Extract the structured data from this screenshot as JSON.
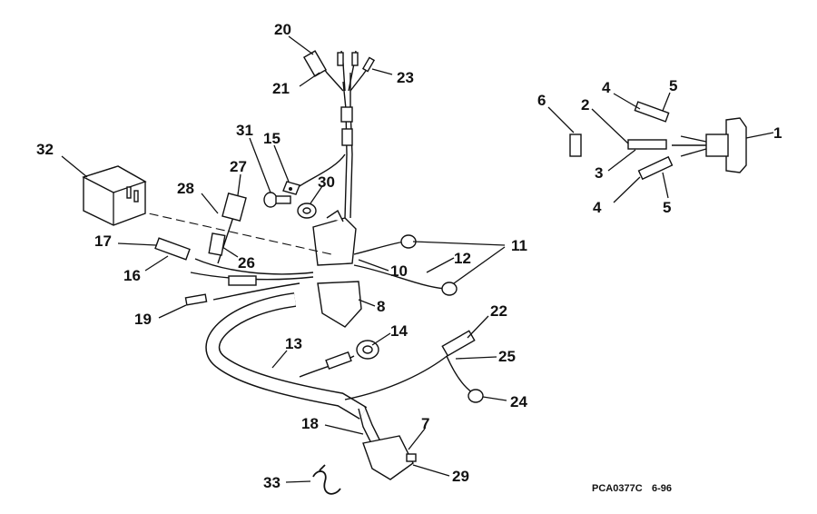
{
  "diagram": {
    "callouts": [
      "1",
      "2",
      "3",
      "4",
      "4",
      "5",
      "5",
      "6",
      "7",
      "8",
      "10",
      "11",
      "12",
      "13",
      "14",
      "15",
      "16",
      "17",
      "18",
      "19",
      "20",
      "21",
      "22",
      "23",
      "24",
      "25",
      "26",
      "27",
      "28",
      "29",
      "30",
      "31",
      "32",
      "33"
    ],
    "footer": {
      "code": "PCA0377C",
      "date": "6-96"
    }
  }
}
